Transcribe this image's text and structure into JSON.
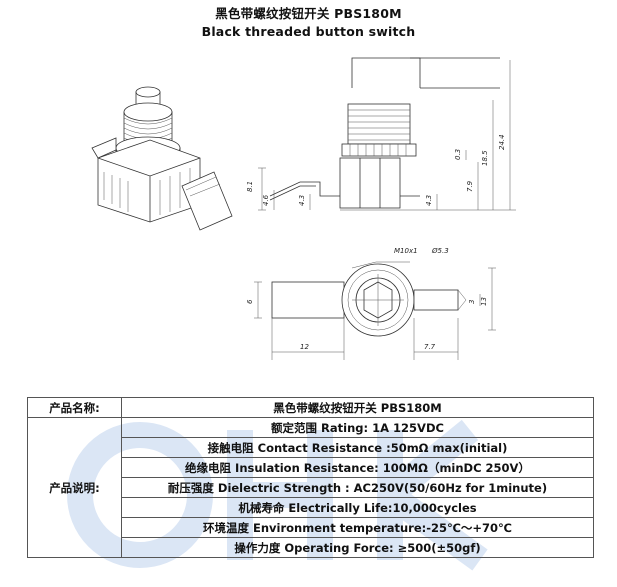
{
  "header": {
    "title_cn": "黑色带螺纹按钮开关 PBS180M",
    "title_en": "Black threaded button switch"
  },
  "drawing": {
    "dims": {
      "d8_1": "8.1",
      "d4_6": "4.6",
      "d4_3a": "4.3",
      "d4_3b": "4.3",
      "d0_3": "0.3",
      "d7_9": "7.9",
      "d18_5": "18.5",
      "d24_4": "24.4",
      "m10": "M10x1",
      "dia": "Ø5.3",
      "d6": "6",
      "d3": "3",
      "d13": "13",
      "d12": "12",
      "d7_7": "7.7"
    }
  },
  "specs": {
    "product_name_label": "产品名称:",
    "product_name_value": "黑色带螺纹按钮开关 PBS180M",
    "description_label": "产品说明:",
    "rows": [
      {
        "cn": "额定范围",
        "en": " Rating: 1A 125VDC"
      },
      {
        "cn": "接触电阻",
        "en": " Contact Resistance :50mΩ max(initial)"
      },
      {
        "cn": "绝缘电阻",
        "en": " Insulation Resistance:  100MΩ（minDC 250V）"
      },
      {
        "cn": "耐压强度",
        "en": " Dielectric Strength : AC250V(50/60Hz for 1minute)"
      },
      {
        "cn": "机械寿命",
        "en": " Electrically Life:10,000cycles"
      },
      {
        "cn": "环境温度",
        "en": " Environment temperature:-25℃～+70℃"
      },
      {
        "cn": "操作力度",
        "en": " Operating Force: ≥500(±50gf)"
      }
    ]
  },
  "watermark": {
    "color": "#dbe6f5",
    "text": "CHK"
  }
}
